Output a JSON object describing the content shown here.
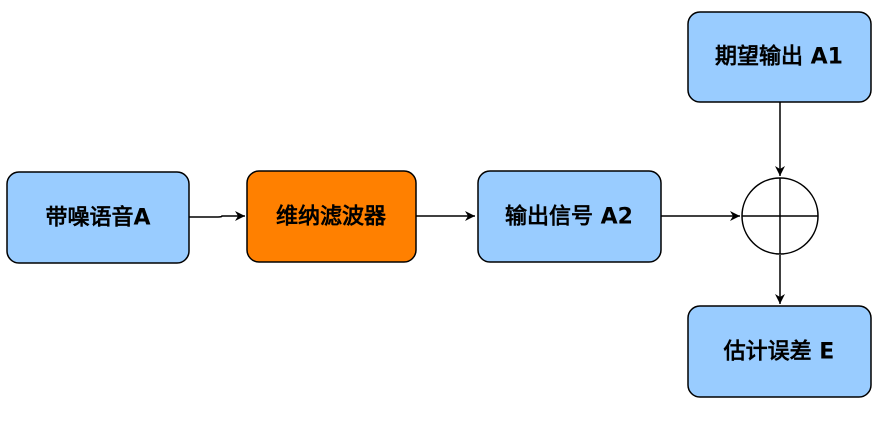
{
  "diagram": {
    "nodes": {
      "input_speech": {
        "label": "带噪语音A",
        "fill": "#99ccff"
      },
      "wiener_filter": {
        "label": "维纳滤波器",
        "fill": "#ff8000"
      },
      "output_signal": {
        "label": "输出信号 A2",
        "fill": "#99ccff"
      },
      "desired_output": {
        "label": "期望输出 A1",
        "fill": "#99ccff"
      },
      "estimation_error": {
        "label": "估计误差 E",
        "fill": "#99ccff"
      }
    },
    "summing_junction": {
      "symbol": "circle-plus"
    },
    "connections": [
      {
        "from": "input_speech",
        "to": "wiener_filter"
      },
      {
        "from": "wiener_filter",
        "to": "output_signal"
      },
      {
        "from": "output_signal",
        "to": "summing_junction"
      },
      {
        "from": "desired_output",
        "to": "summing_junction"
      },
      {
        "from": "summing_junction",
        "to": "estimation_error"
      }
    ],
    "colors": {
      "stroke": "#000000",
      "box_blue": "#99ccff",
      "box_orange": "#ff8000"
    }
  }
}
